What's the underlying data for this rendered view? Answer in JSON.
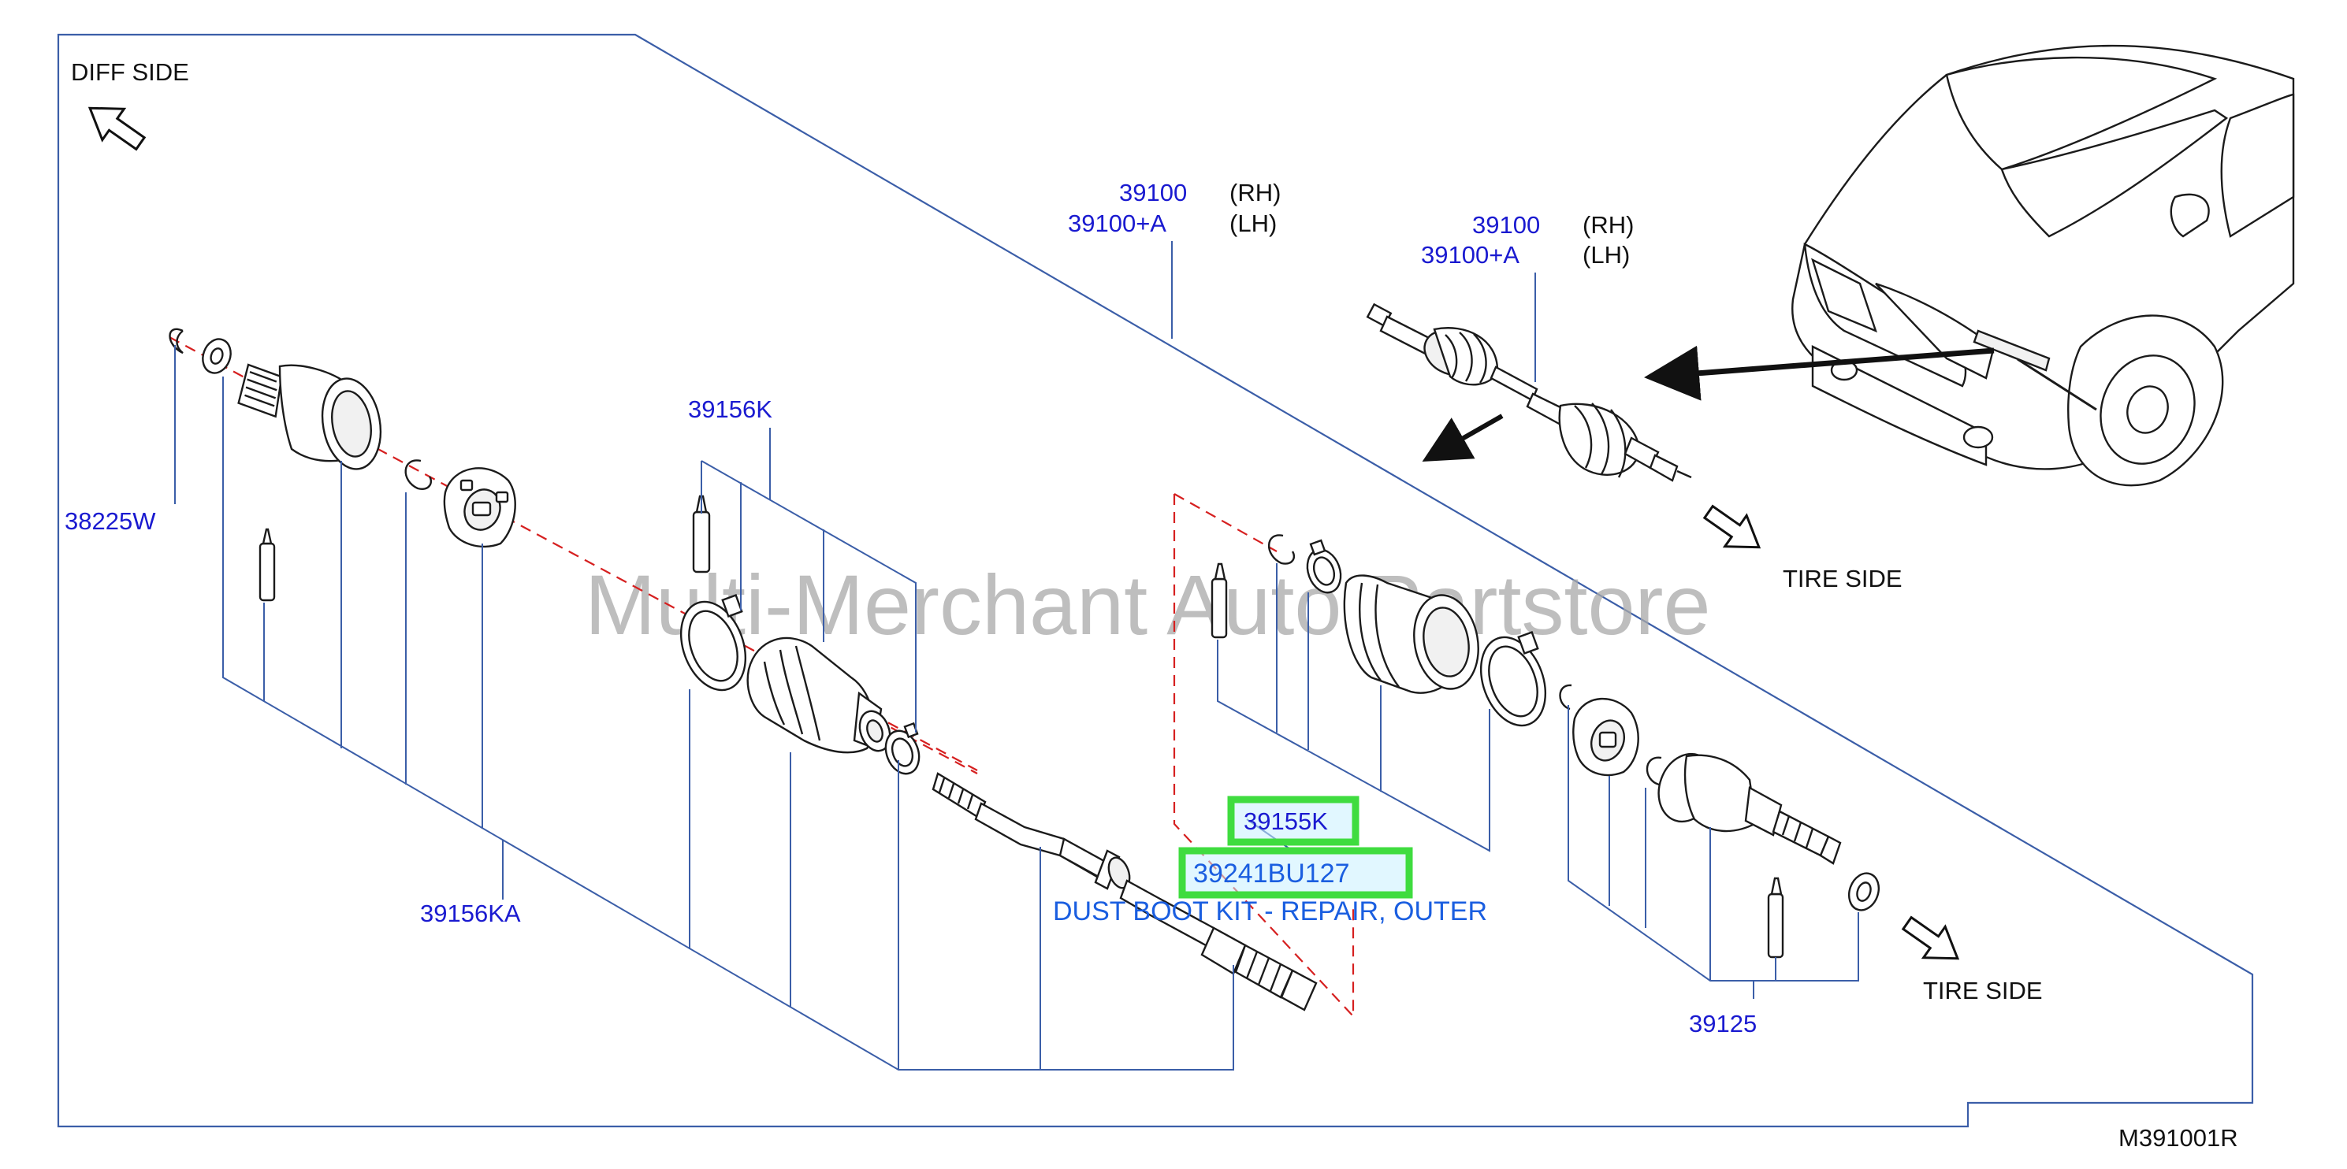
{
  "labels": {
    "diff_side": "DIFF  SIDE",
    "tire_side_top": "TIRE  SIDE",
    "tire_side_bottom": "TIRE  SIDE",
    "diagram_code": "M391001R"
  },
  "watermark": "Multi-Merchant Auto Partstore",
  "callouts": {
    "shaft_main_rh_num": "39100",
    "shaft_main_rh_side": "(RH)",
    "shaft_main_lh_num": "39100+A",
    "shaft_main_lh_side": "(LH)",
    "shaft_inset_rh_num": "39100",
    "shaft_inset_rh_side": "(RH)",
    "shaft_inset_lh_num": "39100+A",
    "shaft_inset_lh_side": "(LH)",
    "part_38225w": "38225W",
    "part_39156k": "39156K",
    "part_39156ka": "39156KA",
    "part_39155k": "39155K",
    "part_39241bu127": "39241BU127",
    "part_39241bu127_desc": "DUST BOOT KIT - REPAIR, OUTER",
    "part_39125": "39125"
  },
  "colors": {
    "callout_blue": "#1a1ad0",
    "link_blue": "#1a5ee0",
    "highlight_green": "#3fdc3f",
    "frame_blue": "#3b5ea8",
    "dash_red": "#d62020"
  }
}
